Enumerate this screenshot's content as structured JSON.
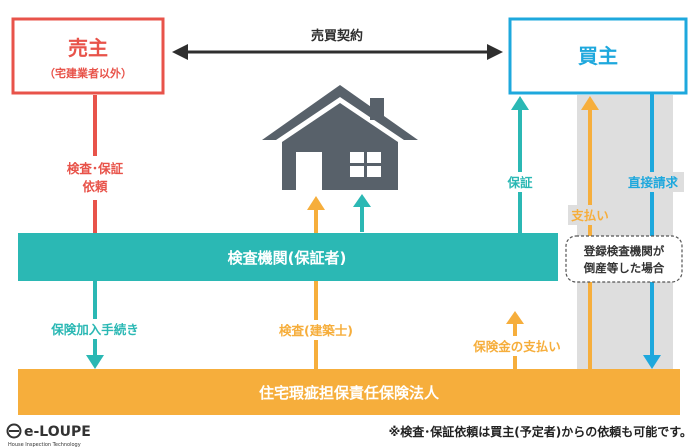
{
  "parties": {
    "seller_title": "売主",
    "seller_sub": "（宅建業者以外）",
    "buyer_title": "買主"
  },
  "contract_label": "売買契約",
  "arrows": {
    "inspection_request": [
      "検査･保証",
      "依頼"
    ],
    "guarantee": "保証",
    "direct_claim": "直接請求",
    "payment": "支払い",
    "inspection_to_house": "検査",
    "insurance_procedure": "保険加入手続き",
    "inspection_building": "検査(建築士)",
    "insurance_payment": "保険金の支払い"
  },
  "agency_label": "検査機関(保証者)",
  "insurer_label": "住宅瑕疵担保責任保険法人",
  "bankruptcy_note": [
    "登録検査機関が",
    "倒産等した場合"
  ],
  "footnote": "※検査･保証依頼は買主(予定者)からの依頼も可能です。",
  "logo": {
    "name": "e-LOUPE",
    "tagline": "House Inspection Technology"
  },
  "colors": {
    "red": "#e8534a",
    "blue": "#1ea8dd",
    "teal": "#2bb8b4",
    "orange": "#f6ae3c",
    "gray": "#dedede",
    "house": "#58616a"
  }
}
